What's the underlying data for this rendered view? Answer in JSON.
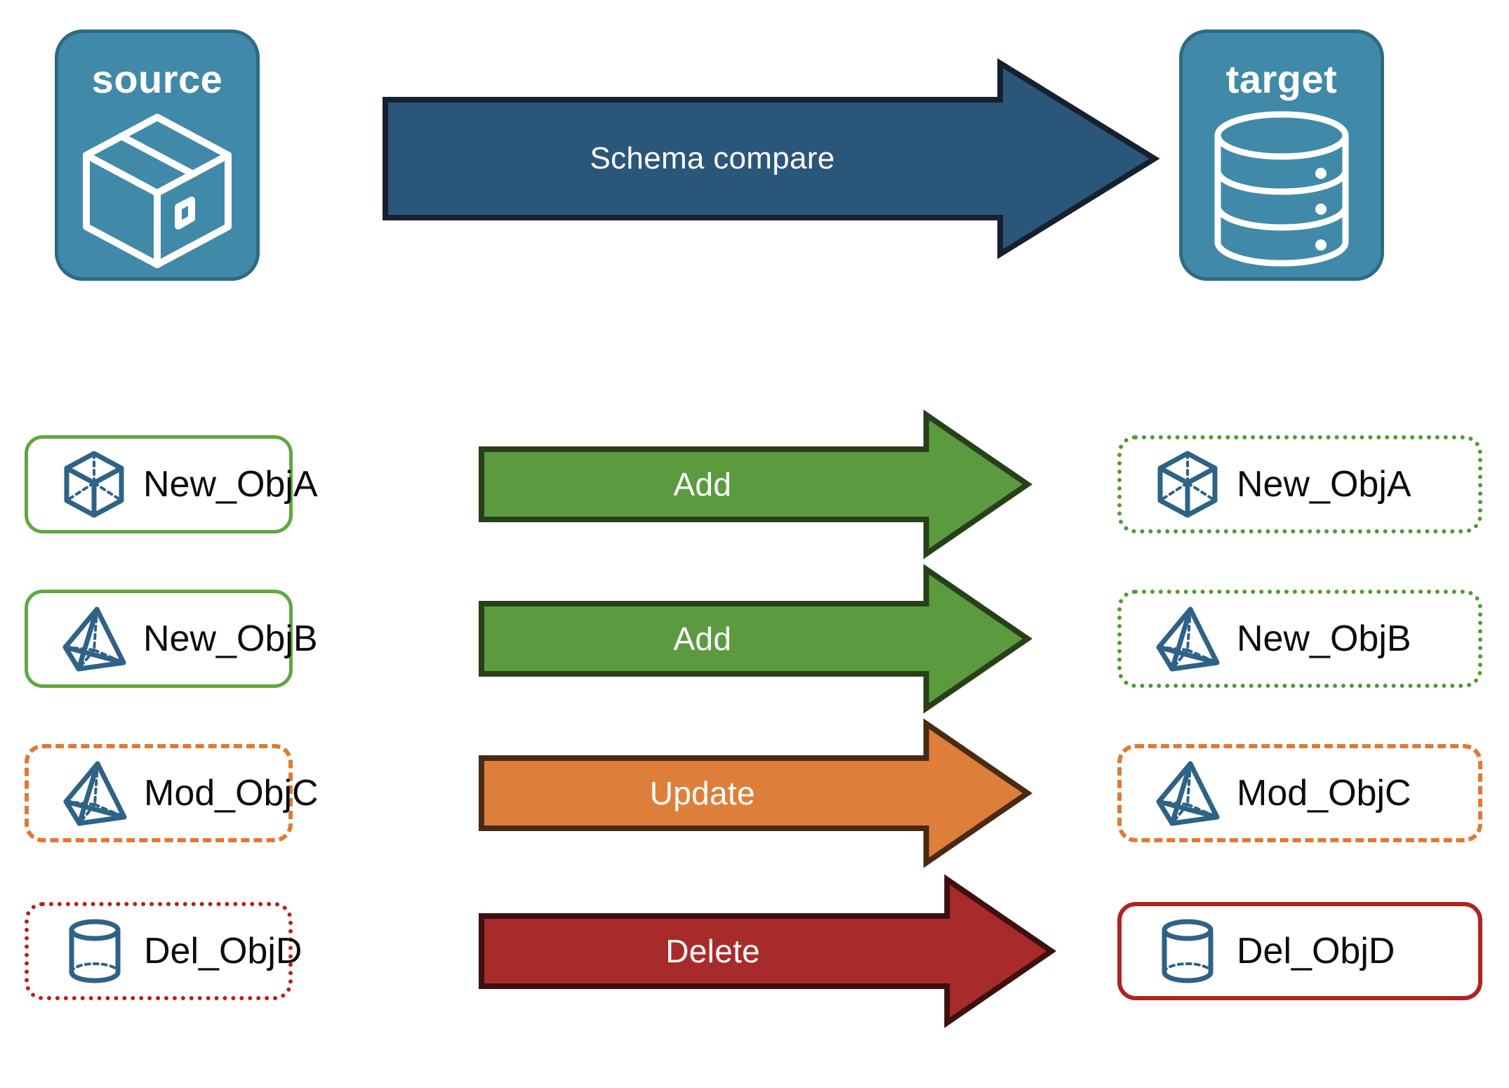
{
  "diagram": {
    "title_source": "source",
    "title_target": "target",
    "compare_arrow_label": "Schema compare"
  },
  "colors": {
    "endpoint_fill": "#4189A8",
    "endpoint_border": "#2E6A83",
    "compare_arrow_fill": "#2A567A",
    "compare_arrow_border": "#16202E",
    "add_fill": "#5C9A3F",
    "add_border": "#27401A",
    "update_fill": "#DD7F3B",
    "update_border": "#4A2A13",
    "delete_fill": "#A82B2B",
    "delete_border": "#3E100F",
    "object_icon": "#2E6287",
    "green": "#5FA83D",
    "orange": "#DE7A34",
    "red": "#B32222",
    "label_text": "#0c0c0c",
    "arrow_text": "#ffffff"
  },
  "rows": [
    {
      "action": "Add",
      "action_kind": "add",
      "source": {
        "label": "New_ObjA",
        "icon": "cube-wireframe-icon",
        "border_style": "green-solid"
      },
      "target": {
        "label": "New_ObjA",
        "icon": "cube-wireframe-icon",
        "border_style": "green-dotted"
      }
    },
    {
      "action": "Add",
      "action_kind": "add",
      "source": {
        "label": "New_ObjB",
        "icon": "pyramid-wireframe-icon",
        "border_style": "green-solid"
      },
      "target": {
        "label": "New_ObjB",
        "icon": "pyramid-wireframe-icon",
        "border_style": "green-dotted"
      }
    },
    {
      "action": "Update",
      "action_kind": "update",
      "source": {
        "label": "Mod_ObjC",
        "icon": "pyramid-wireframe-icon",
        "border_style": "orange-dashed"
      },
      "target": {
        "label": "Mod_ObjC",
        "icon": "pyramid-wireframe-icon",
        "border_style": "orange-dashed"
      }
    },
    {
      "action": "Delete",
      "action_kind": "delete",
      "source": {
        "label": "Del_ObjD",
        "icon": "cylinder-wireframe-icon",
        "border_style": "red-dotted"
      },
      "target": {
        "label": "Del_ObjD",
        "icon": "cylinder-wireframe-icon",
        "border_style": "red-solid"
      }
    }
  ],
  "icons": {
    "source_endpoint": "package-box-icon",
    "target_endpoint": "database-cylinder-icon"
  }
}
